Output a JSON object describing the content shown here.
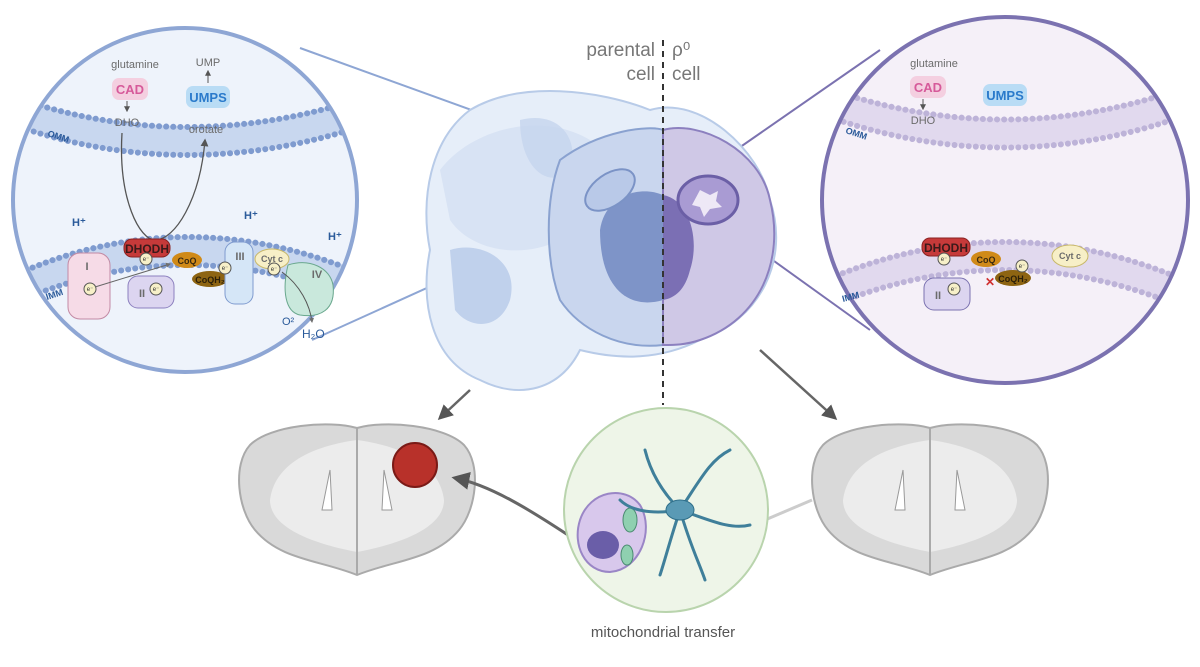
{
  "header": {
    "parental_label_1": "parental",
    "parental_label_2": "cell",
    "rho_label_1": "ρ⁰",
    "rho_label_2": "cell"
  },
  "left_inset": {
    "glutamine": "glutamine",
    "cad": "CAD",
    "dho": "DHO",
    "ump": "UMP",
    "umps": "UMPS",
    "orotate": "orotate",
    "omm": "OMM",
    "imm": "IMM",
    "h_plus": "H⁺",
    "dhodh": "DHODH",
    "coq": "CoQ",
    "coqh2": "CoQH₂",
    "complex_1": "I",
    "complex_2": "II",
    "complex_3": "III",
    "complex_4": "IV",
    "cytc": "Cyt c",
    "electron": "e⁻",
    "o2": "O²",
    "h2o": "H₂O"
  },
  "right_inset": {
    "glutamine": "glutamine",
    "cad": "CAD",
    "dho": "DHO",
    "umps": "UMPS",
    "omm": "OMM",
    "imm": "IMM",
    "dhodh": "DHODH",
    "coq": "CoQ",
    "coqh2": "CoQH₂",
    "complex_2": "II",
    "cytc": "Cyt c",
    "electron": "e⁻"
  },
  "bottom": {
    "caption": "mitochondrial transfer"
  },
  "colors": {
    "left_circle": "#8ea6d4",
    "right_circle": "#7b72b0",
    "tumor": "#b8312a"
  }
}
